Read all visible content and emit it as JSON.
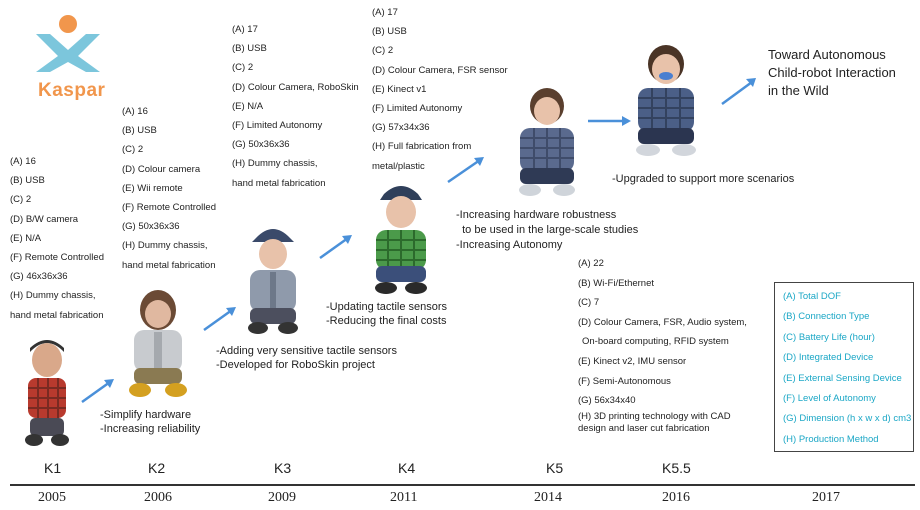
{
  "logo": {
    "word": "Kaspar"
  },
  "specs": [
    {
      "model": "K1",
      "lines": [
        "(A) 16",
        "(B) USB",
        "(C) 2",
        "(D) B/W camera",
        "(E) N/A",
        "(F) Remote Controlled",
        "(G) 46x36x36",
        "(H) Dummy chassis,",
        "hand metal fabrication"
      ]
    },
    {
      "model": "K2",
      "lines": [
        "(A) 16",
        "(B) USB",
        "(C) 2",
        "(D) Colour camera",
        "(E) Wii remote",
        "(F) Remote Controlled",
        "(G) 50x36x36",
        "(H) Dummy chassis,",
        "hand metal fabrication"
      ]
    },
    {
      "model": "K3",
      "lines": [
        "(A) 17",
        "(B) USB",
        "(C) 2",
        "(D) Colour  Camera, RoboSkin",
        "(E) N/A",
        "(F) Limited Autonomy",
        "(G) 50x36x36",
        "(H) Dummy chassis,",
        "hand metal fabrication"
      ]
    },
    {
      "model": "K4",
      "lines": [
        "(A) 17",
        "(B) USB",
        "(C) 2",
        "(D) Colour  Camera, FSR sensor",
        "(E) Kinect v1",
        "(F) Limited Autonomy",
        "(G) 57x34x36",
        "(H) Full fabrication from",
        "metal/plastic"
      ]
    },
    {
      "model": "K5.5",
      "lines": [
        "(A) 22",
        "(B) Wi-Fi/Ethernet",
        "(C) 7",
        "(D) Colour  Camera, FSR, Audio system,",
        "On-board computing, RFID system",
        "(E) Kinect v2, IMU sensor",
        "(F) Semi-Autonomous",
        "(G) 56x34x40",
        "(H) 3D printing technology with CAD",
        "design and laser cut fabrication"
      ]
    }
  ],
  "notes": {
    "k2": [
      "-Simplify hardware",
      "-Increasing reliability"
    ],
    "k3": [
      "-Adding very sensitive tactile sensors",
      "-Developed for RoboSkin project"
    ],
    "k4": [
      "-Updating tactile sensors",
      "-Reducing the final costs"
    ],
    "k5": [
      "-Increasing hardware robustness",
      "  to be used in the large-scale studies",
      "-Increasing Autonomy"
    ],
    "k55": [
      "-Upgraded to support more scenarios"
    ]
  },
  "future": [
    "Toward Autonomous",
    "Child-robot Interaction",
    "in the Wild"
  ],
  "legend": [
    "(A) Total DOF",
    "(B) Connection Type",
    "(C) Battery Life (hour)",
    "(D) Integrated Device",
    "(E) External Sensing Device",
    "(F) Level of Autonomy",
    "(G) Dimension (h x w x d) cm3",
    "(H) Production Method"
  ],
  "models": [
    "K1",
    "K2",
    "K3",
    "K4",
    "K5",
    "K5.5"
  ],
  "years": [
    "2005",
    "2006",
    "2009",
    "2011",
    "2014",
    "2016",
    "2017"
  ],
  "colors": {
    "accent": "#4a90d9",
    "legend_text": "#1ba7c6",
    "logo_orange": "#f1964c",
    "logo_blue": "#7cc6dc"
  },
  "icons": [
    "kaspar-logo-icon",
    "robot-photo-icon",
    "arrow-right-icon"
  ]
}
